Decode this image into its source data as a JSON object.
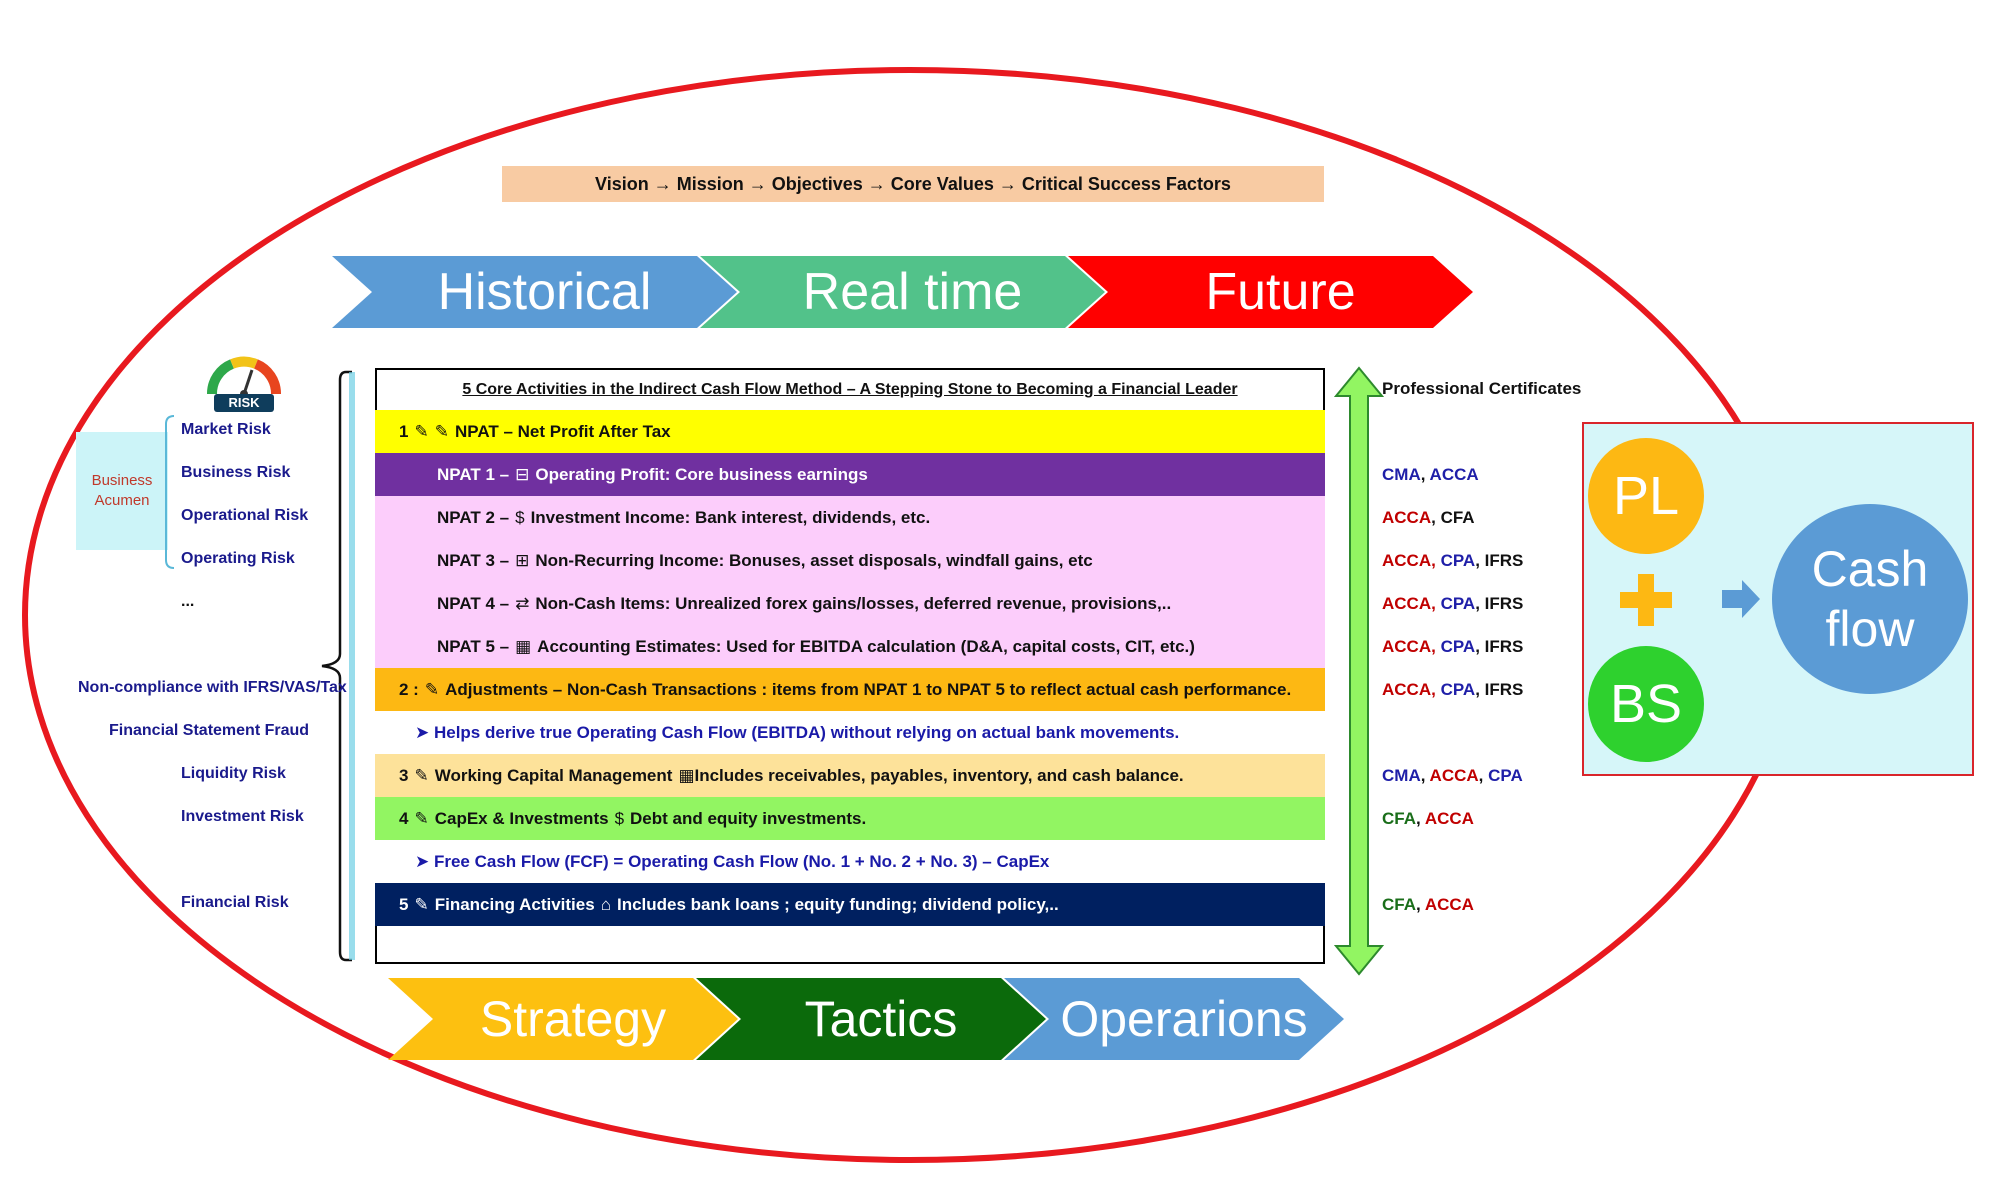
{
  "vision": "Vision → Mission → Objectives → Core Values → Critical Success Factors",
  "top_arrows": [
    "Historical",
    "Real time",
    "Future"
  ],
  "bottom_arrows": [
    "Strategy",
    "Tactics",
    "Operarions"
  ],
  "risk_badge": "RISK",
  "business_acumen": "Business Acumen",
  "risks": {
    "market": "Market Risk",
    "business": "Business Risk",
    "operational": "Operational Risk",
    "operating": "Operating Risk",
    "ellipsis": "...",
    "noncompliance": "Non-compliance with IFRS/VAS/Tax",
    "fraud": "Financial Statement Fraud",
    "liquidity": "Liquidity Risk",
    "investment": "Investment Risk",
    "financial": "Financial Risk"
  },
  "table": {
    "title": "5 Core Activities in the Indirect Cash Flow Method – A Stepping Stone to Becoming a Financial Leader",
    "rows": {
      "r1": {
        "num": "1",
        "text": "NPAT – Net Profit After Tax"
      },
      "n1": {
        "label": "NPAT 1 –",
        "text": "Operating Profit: Core business earnings"
      },
      "n2": {
        "label": "NPAT 2 –",
        "text": "Investment Income: Bank interest, dividends, etc."
      },
      "n3": {
        "label": "NPAT 3 –",
        "text": "Non-Recurring Income: Bonuses, asset disposals, windfall gains, etc"
      },
      "n4": {
        "label": "NPAT 4 –",
        "text": "Non-Cash Items: Unrealized forex gains/losses, deferred revenue, provisions,.."
      },
      "n5": {
        "label": "NPAT 5 –",
        "text": "Accounting Estimates: Used for EBITDA calculation (D&A, capital costs, CIT, etc.)"
      },
      "r2": {
        "num": "2 :",
        "text": "Adjustments – Non-Cash Transactions : items from NPAT 1 to NPAT 5 to reflect actual cash performance."
      },
      "h1": {
        "text": "➤ Helps derive true Operating Cash Flow (EBITDA) without relying on actual bank movements."
      },
      "r3": {
        "num": "3",
        "text": "Working Capital Management",
        "text2": "Includes receivables, payables, inventory, and cash balance."
      },
      "r4": {
        "num": "4",
        "text": "CapEx & Investments",
        "text2": "Debt and equity investments."
      },
      "h2": {
        "text": "➤ Free Cash Flow (FCF) = Operating Cash Flow (No. 1 + No. 2 + No. 3) – CapEx"
      },
      "r5": {
        "num": "5",
        "text": "Financing Activities",
        "text2": "Includes bank loans ; equity funding; dividend policy,.."
      }
    }
  },
  "certs": {
    "heading": "Professional Certificates",
    "c1": [
      "CMA",
      ", ",
      "ACCA"
    ],
    "c2": [
      "ACCA",
      ", ",
      "CFA"
    ],
    "c3": [
      "ACCA",
      ", ",
      "CPA",
      ", ",
      "IFRS"
    ],
    "c4": [
      "ACCA",
      ", ",
      "CPA",
      ", ",
      "IFRS"
    ],
    "c5": [
      "ACCA",
      ", ",
      "CPA",
      ", ",
      "IFRS"
    ],
    "c6": [
      "ACCA",
      ", ",
      "CPA",
      ", ",
      "IFRS"
    ],
    "c7": [
      "CMA",
      ", ",
      "ACCA",
      ", ",
      "CPA"
    ],
    "c8": [
      "CFA",
      ", ",
      "ACCA"
    ],
    "c9": [
      "CFA",
      ", ",
      "ACCA"
    ]
  },
  "formula": {
    "pl": "PL",
    "bs": "BS",
    "cash": "Cash flow"
  },
  "colors": {
    "ellipse": "#e8191f",
    "historical": "#5b9bd5",
    "realtime": "#52c28a",
    "future": "#ff0000",
    "strategy": "#fdc010",
    "tactics": "#0b6a0b",
    "operations": "#5b9bd5",
    "row_npat": "#ffff00",
    "row_npat1": "#7030a0",
    "row_pink": "#fccdfb",
    "row_adjust": "#fdb813",
    "row_wc": "#fde29a",
    "row_capex": "#92f562",
    "row_fin": "#002060",
    "vertical_arrow": "#92f562",
    "pl_circle": "#fdb813",
    "bs_circle": "#2ed12e",
    "cash_circle": "#5b9bd5",
    "plus": "#fdb813"
  }
}
